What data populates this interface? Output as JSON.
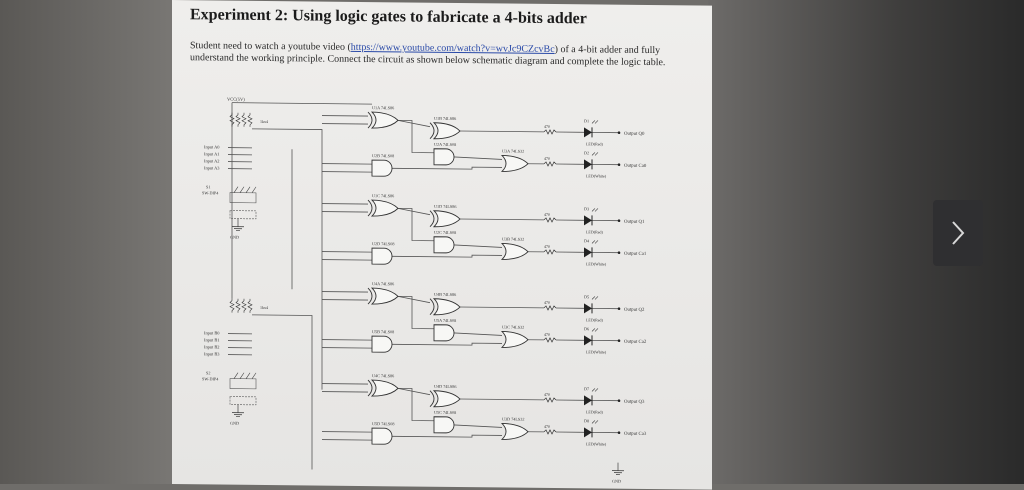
{
  "document": {
    "title": "Experiment 2: Using logic gates to fabricate a 4-bits adder",
    "intro_before": "Student need to watch a youtube video (",
    "link": "https://www.youtube.com/watch?v=wvJc9CZcvBc",
    "intro_after": ") of a 4-bit adder and fully understand the working principle. Connect the circuit as shown below schematic diagram and complete the logic table."
  },
  "schematic": {
    "vcc": "VCC(5V)",
    "gnd": "GND",
    "resistor_pack": "1kx4",
    "switch_ref": [
      "S1",
      "S2"
    ],
    "switch_type": "SW-DIP4",
    "inputs_a": [
      "Input A0",
      "Input A1",
      "Input A2",
      "Input A3"
    ],
    "inputs_b": [
      "Input B0",
      "Input B1",
      "Input B2",
      "Input B3"
    ],
    "gates": [
      "U1A 74LS86",
      "U1B 74LS86",
      "U2A 74LS08",
      "U2B 74LS08",
      "U3A 74LS32",
      "U1C 74LS86",
      "U1D 74LS86",
      "U2C 74LS08",
      "U2D 74LS08",
      "U3B 74LS32",
      "U4A 74LS86",
      "U4B 74LS86",
      "U5A 74LS08",
      "U5B 74LS08",
      "U3C 74LS32",
      "U4C 74LS86",
      "U4D 74LS86",
      "U5C 74LS08",
      "U5D 74LS08",
      "U3D 74LS32"
    ],
    "resistor": "470",
    "leds": [
      "D1",
      "D2",
      "D3",
      "D4",
      "D5",
      "D6",
      "D7",
      "D8"
    ],
    "led_labels": [
      "LED(Red)",
      "LED(White)",
      "LED(Red)",
      "LED(White)",
      "LED(Red)",
      "LED(White)",
      "LED(Red)",
      "LED(White)"
    ],
    "outputs": [
      "Output Q0",
      "Output Ca0",
      "Output Q1",
      "Output Ca1",
      "Output Q2",
      "Output Ca2",
      "Output Q3",
      "Output Ca3"
    ]
  },
  "viewer": {
    "next_icon": "chevron-right-icon"
  }
}
